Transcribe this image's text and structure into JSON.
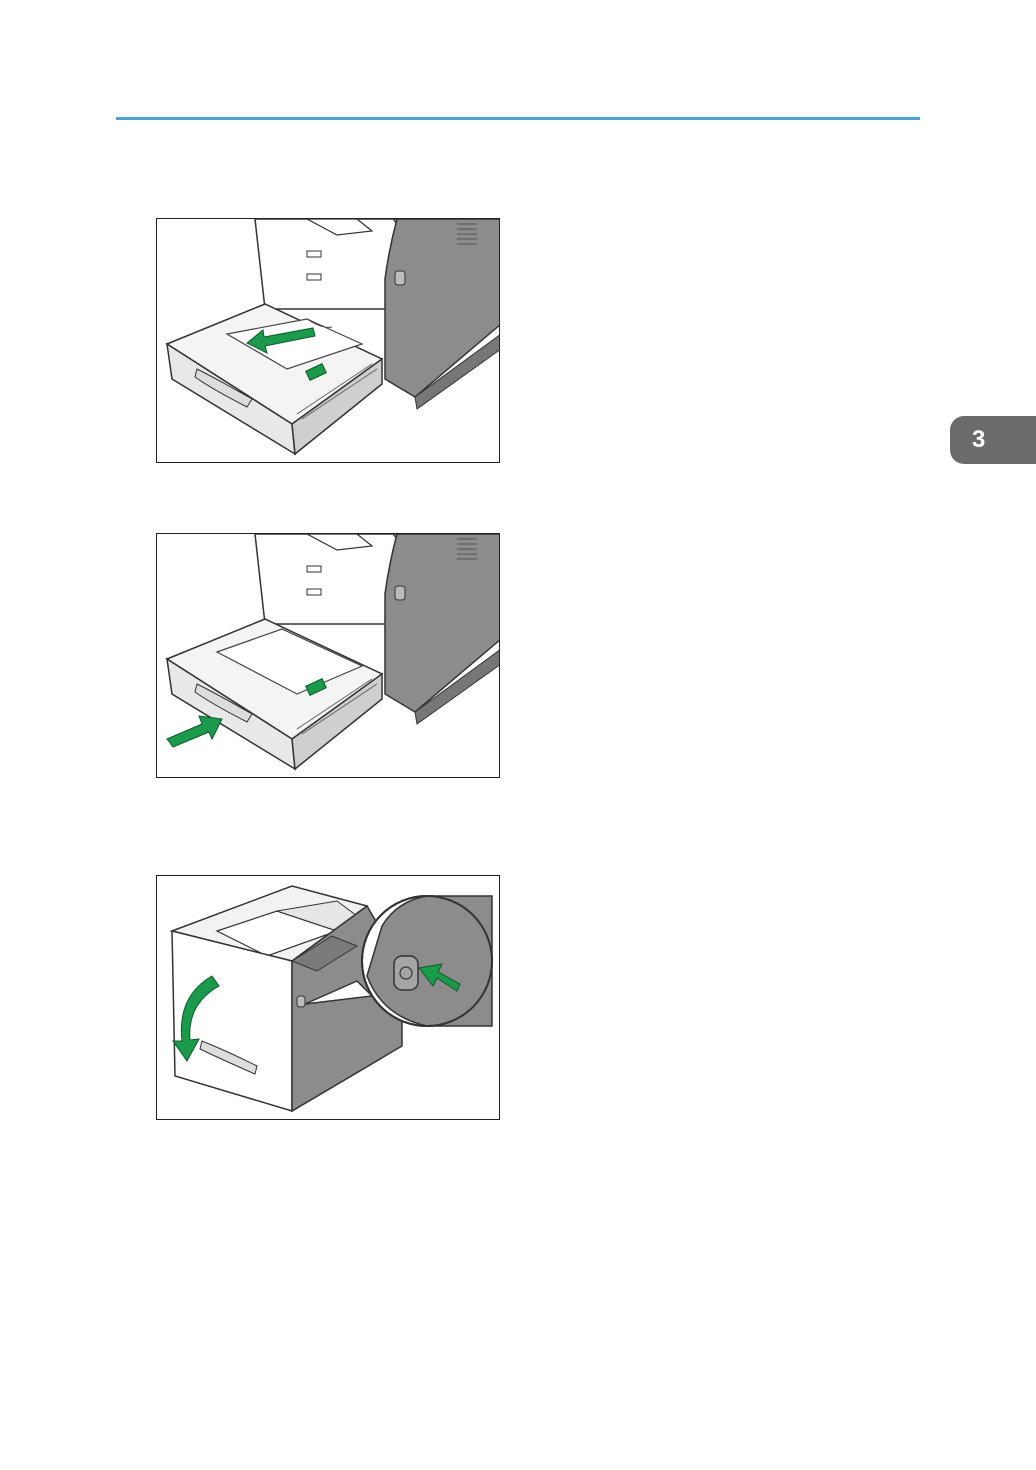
{
  "page": {
    "chapter_tab": "3",
    "accent_color": "#4da3d4",
    "arrow_color": "#1a9a4a"
  },
  "figures": [
    {
      "icon": "printer-tray-remove-jammed-paper-illustration"
    },
    {
      "icon": "printer-tray-push-in-illustration"
    },
    {
      "icon": "printer-front-cover-release-button-illustration"
    }
  ]
}
